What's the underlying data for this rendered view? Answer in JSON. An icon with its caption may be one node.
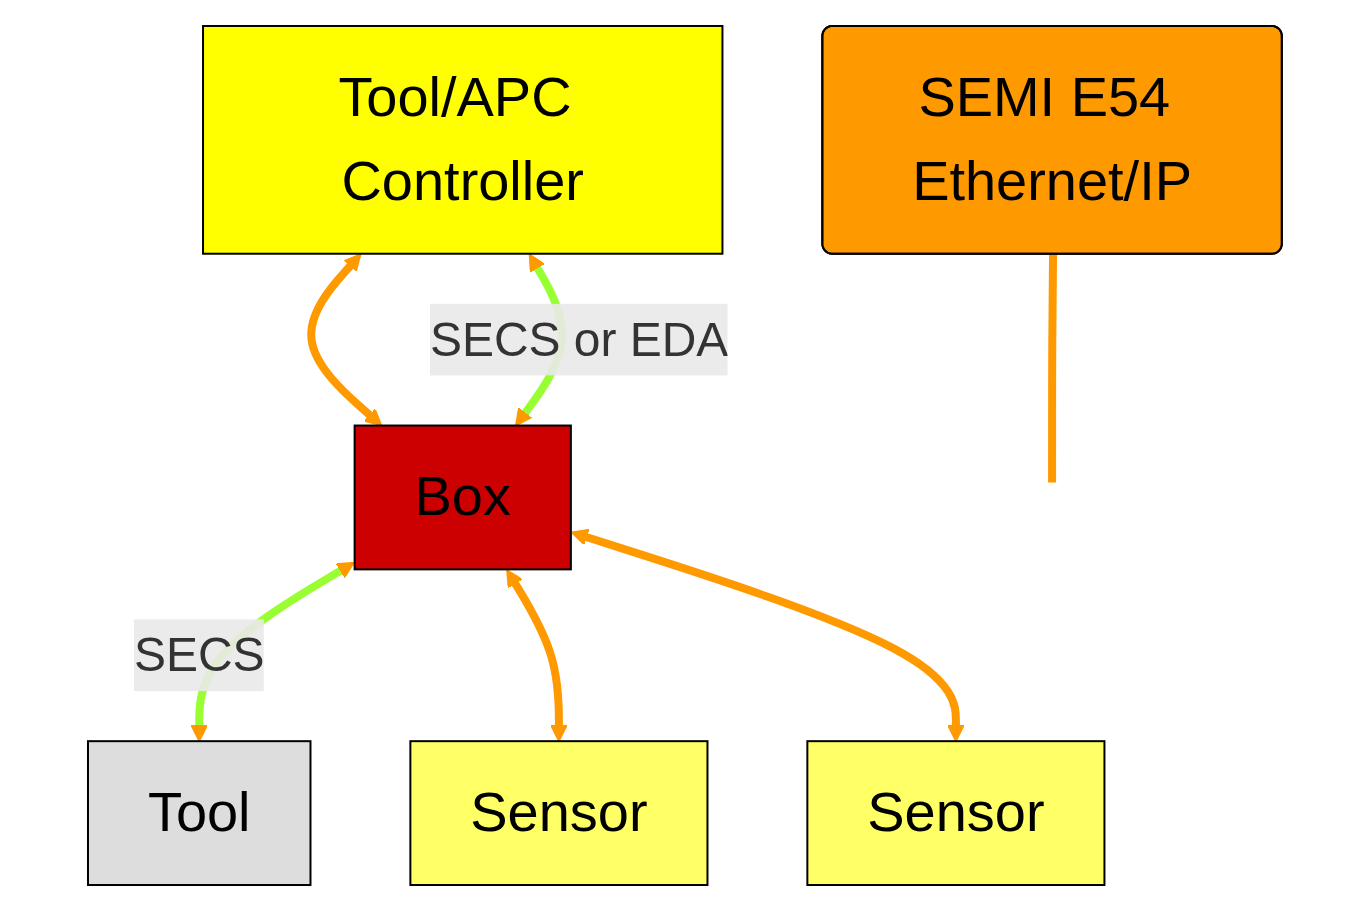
{
  "diagram": {
    "nodes": [
      {
        "text": [
          "Tool/APC Controller"
        ]
      },
      {
        "text": [
          "Box"
        ]
      },
      {
        "text": [
          "Tool"
        ]
      },
      {
        "text": [
          "Sensor"
        ]
      },
      {
        "text": [
          "Sensor"
        ]
      },
      {
        "text": [
          "SEMI E54 Ethernet/IP"
        ]
      }
    ],
    "edges": [
      {
        "from": 0,
        "to": 1,
        "arrow": "both"
      },
      {
        "from": 0,
        "to": 1,
        "arrow": "both",
        "label": "SECS or EDA",
        "color": "#99ff33"
      },
      {
        "from": 1,
        "to": 2,
        "arrow": "both",
        "label": "SECS",
        "color": "#99ff33"
      },
      {
        "from": 1,
        "to": 3,
        "arrow": "both"
      },
      {
        "from": 1,
        "to": 4,
        "arrow": "both"
      },
      {
        "from": 5,
        "to": null,
        "arrow": "none"
      }
    ]
  }
}
